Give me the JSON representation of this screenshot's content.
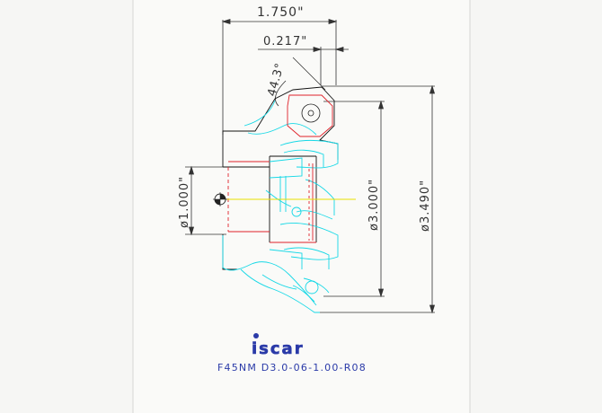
{
  "colors": {
    "background": "#f6f6f4",
    "sheet": "#fafaf8",
    "dimension": "#333333",
    "outline": "#111111",
    "cyan": "#16d8e6",
    "red": "#e0222a",
    "centerline": "#e8e000",
    "brand": "#2a3aa8"
  },
  "dimensions": {
    "overall_length": "1.750\"",
    "insert_offset": "0.217\"",
    "lead_angle": "44.3°",
    "bore_diameter": "ø1.000\"",
    "cutting_diameter": "ø3.000\"",
    "max_diameter": "ø3.490\""
  },
  "brand": {
    "logo_text": "iscar",
    "logo_icon": "iscar-logo"
  },
  "caption": {
    "designation": "F45NM D3.0-06-1.00-R08"
  }
}
